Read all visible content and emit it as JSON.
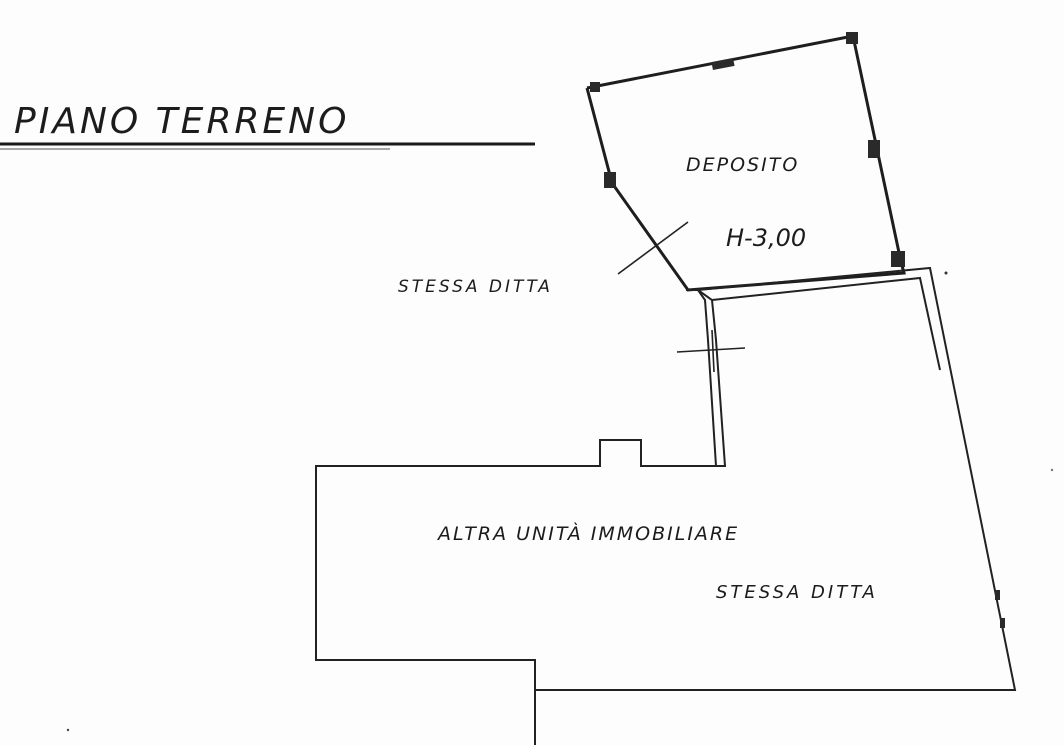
{
  "title": "PIANO TERRENO",
  "rooms": {
    "deposit": {
      "name": "DEPOSITO",
      "height": "H-3,00"
    },
    "other_unit": {
      "name": "ALTRA UNITÀ IMMOBILIARE",
      "owner": "STESSA DITTA"
    }
  },
  "annotations": {
    "neighbor_owner": "STESSA DITTA"
  }
}
